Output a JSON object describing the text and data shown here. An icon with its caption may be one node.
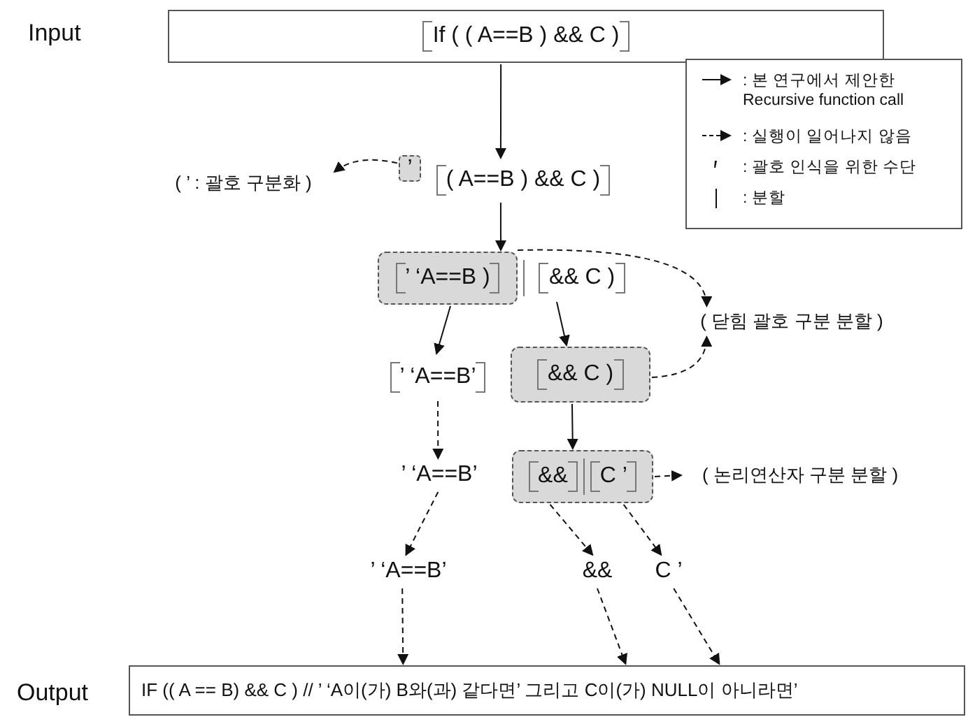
{
  "diagram": {
    "nodes": [
      {
        "text": [
          "If ( ( A==B ) && C )"
        ],
        "beside": [
          "Input"
        ]
      },
      {
        "text": [
          "’"
        ]
      },
      {
        "text": [
          "( A==B ) && C )"
        ]
      },
      {
        "text": [
          "( ’ : 괄호 구분화 )"
        ]
      },
      {
        "text": [
          "’  ‘A==B )"
        ]
      },
      {
        "text": [
          "&& C )"
        ]
      },
      {
        "text": [
          "( 닫힘 괄호 구분 분할 )"
        ]
      },
      {
        "text": [
          "’  ‘A==B’"
        ]
      },
      {
        "text": [
          "&& C )"
        ]
      },
      {
        "text": [
          "’  ‘A==B’"
        ]
      },
      {
        "text": [
          "&&",
          "C ’"
        ]
      },
      {
        "text": [
          "( 논리연산자 구분 분할 )"
        ]
      },
      {
        "text": [
          "’  ‘A==B’"
        ]
      },
      {
        "text": [
          "&&"
        ]
      },
      {
        "text": [
          "C ’"
        ]
      },
      {
        "text": [
          "IF (( A == B) && C ) // ’  ‘A이(가) B와(과) 같다면’ 그리고 C이(가) NULL이  아니라면’"
        ],
        "beside": [
          "Output"
        ]
      }
    ],
    "edges": [
      {
        "from": 0,
        "to": 2,
        "arrow": "to"
      },
      {
        "from": 1,
        "to": 3,
        "arrow": "to",
        "style": "dashed"
      },
      {
        "from": 2,
        "to": 4,
        "arrow": "to"
      },
      {
        "from": 4,
        "to": 6,
        "arrow": "to",
        "style": "dashed"
      },
      {
        "from": 4,
        "to": 7,
        "arrow": "to"
      },
      {
        "from": 5,
        "to": 8,
        "arrow": "to"
      },
      {
        "from": 8,
        "to": 6,
        "arrow": "to",
        "style": "dashed"
      },
      {
        "from": 7,
        "to": 9,
        "arrow": "to",
        "style": "dashed"
      },
      {
        "from": 8,
        "to": 10,
        "arrow": "to"
      },
      {
        "from": 10,
        "to": 11,
        "arrow": "to",
        "style": "dashed"
      },
      {
        "from": 9,
        "to": 12,
        "arrow": "to",
        "style": "dashed"
      },
      {
        "from": 10,
        "to": 13,
        "arrow": "to",
        "style": "dashed"
      },
      {
        "from": 10,
        "to": 14,
        "arrow": "to",
        "style": "dashed"
      },
      {
        "from": 12,
        "to": 15,
        "arrow": "to",
        "style": "dashed"
      },
      {
        "from": 13,
        "to": 15,
        "arrow": "to",
        "style": "dashed"
      },
      {
        "from": 14,
        "to": 15,
        "arrow": "to",
        "style": "dashed"
      }
    ],
    "legend": [
      {
        "text": ": 본 연구에서 제안한 Recursive function call"
      },
      {
        "text": ": 실행이 일어나지 않음"
      },
      {
        "text": ": 괄호 인식을 위한 수단"
      },
      {
        "text": ": 분할"
      }
    ]
  }
}
